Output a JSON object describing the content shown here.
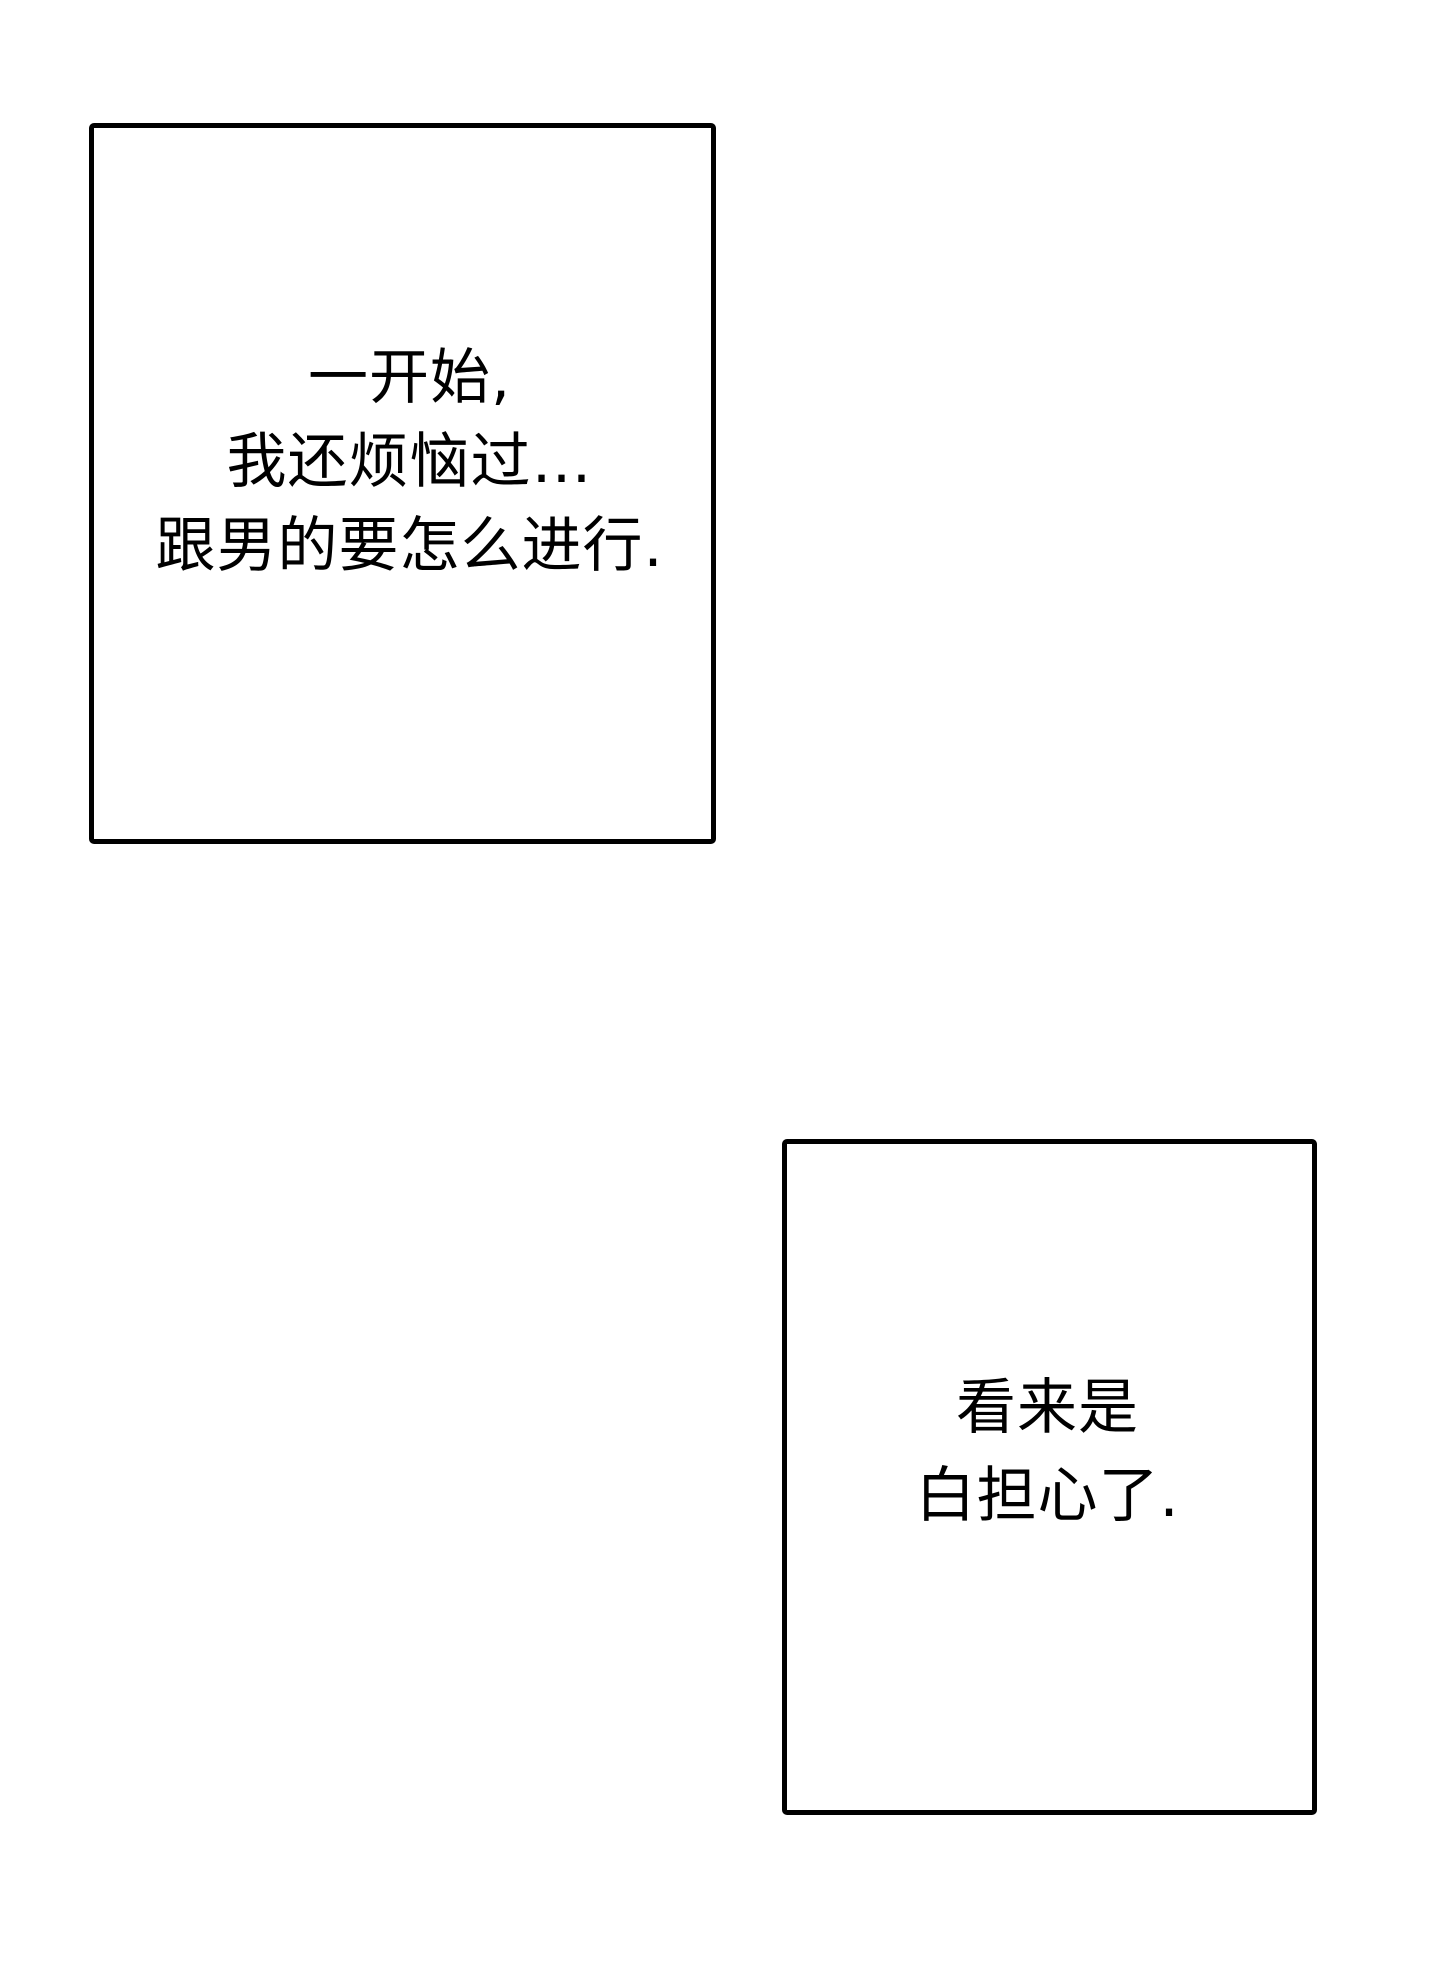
{
  "panels": [
    {
      "lines": [
        "一开始,",
        "我还烦恼过…",
        "跟男的要怎么进行."
      ]
    },
    {
      "lines": [
        "看来是",
        "白担心了."
      ]
    }
  ],
  "colors": {
    "background": "#ffffff",
    "border": "#000000",
    "text": "#000000"
  }
}
